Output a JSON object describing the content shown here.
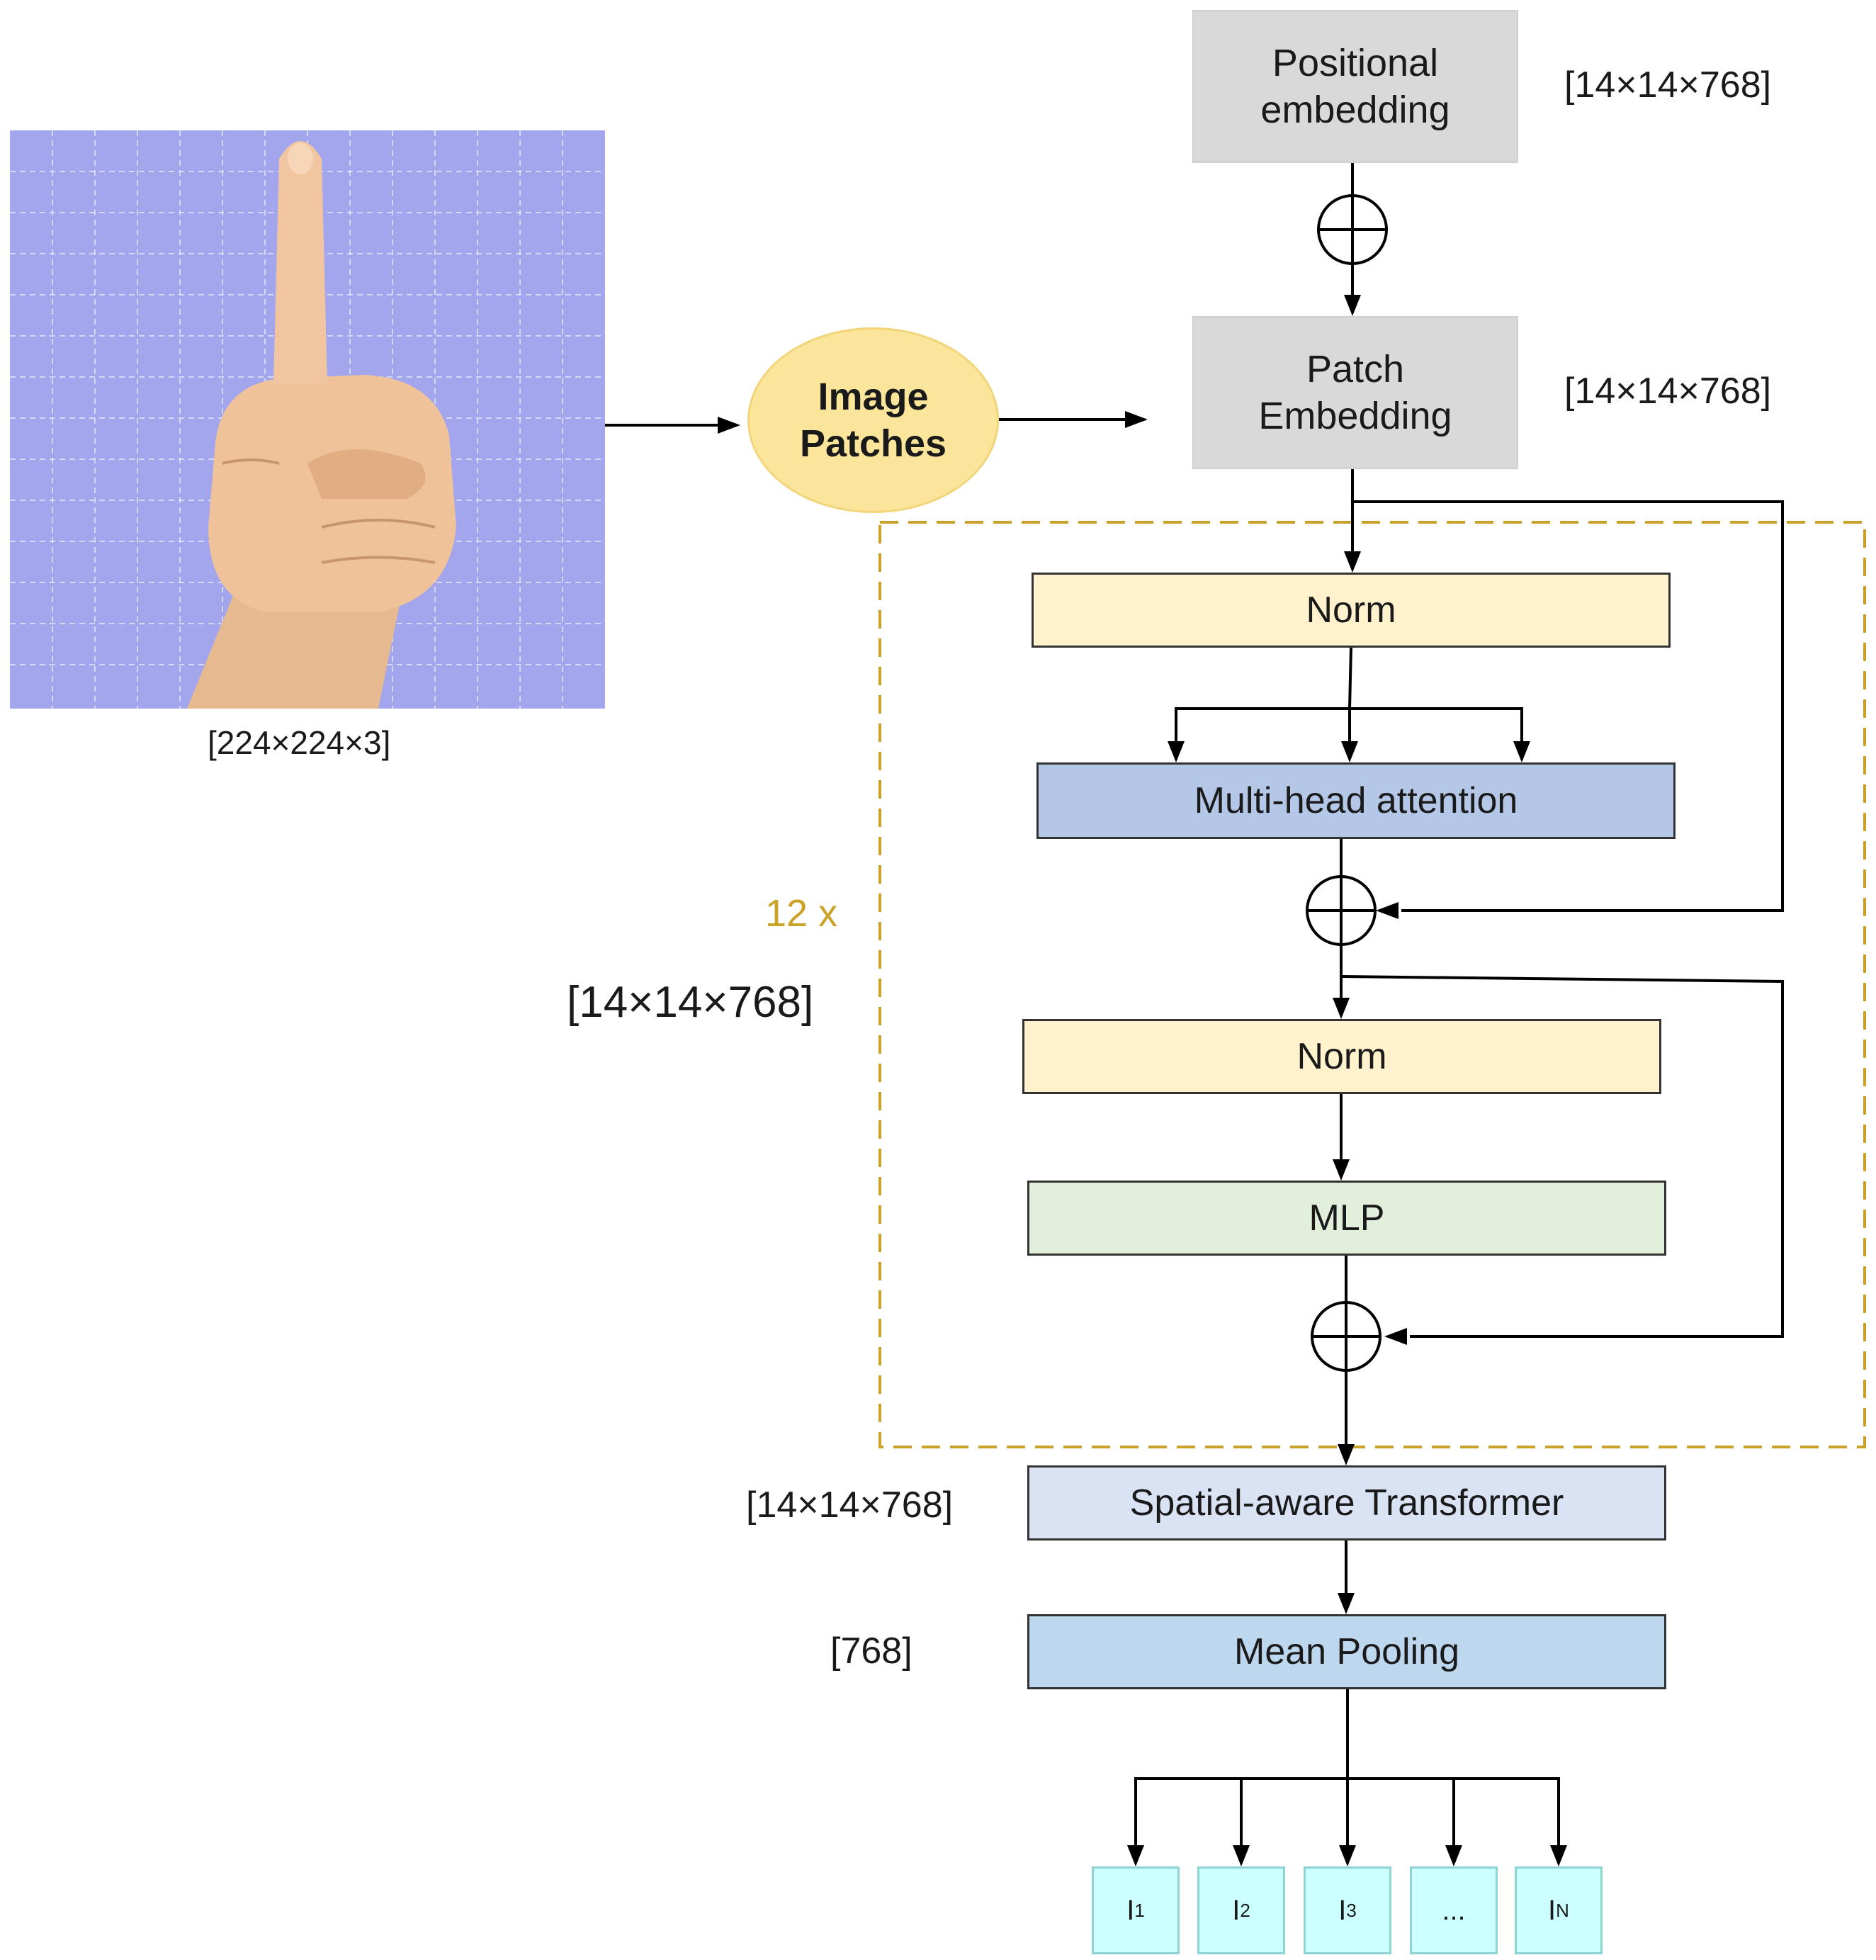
{
  "input_image": {
    "description_icon": "hand-index-finger-icon",
    "size_label": "[224×224×3]",
    "background_color": "#a3a6ec"
  },
  "image_patches": {
    "line1": "Image",
    "line2": "Patches"
  },
  "positional_embedding": {
    "line1": "Positional",
    "line2": "embedding",
    "size_label": "[14×14×768]"
  },
  "patch_embedding": {
    "line1": "Patch",
    "line2": "Embedding",
    "size_label": "[14×14×768]"
  },
  "encoder_block": {
    "repeat_label": "12 x",
    "size_label": "[14×14×768]",
    "norm1": "Norm",
    "attention": "Multi-head attention",
    "norm2": "Norm",
    "mlp": "MLP"
  },
  "spatial_transformer": {
    "label": "Spatial-aware Transformer",
    "size_label": "[14×14×768]"
  },
  "mean_pooling": {
    "label": "Mean Pooling",
    "size_label": "[768]"
  },
  "outputs": [
    {
      "main": "I",
      "sub": "1"
    },
    {
      "main": "I",
      "sub": "2"
    },
    {
      "main": "I",
      "sub": "3"
    },
    {
      "main": "...",
      "sub": ""
    },
    {
      "main": "I",
      "sub": "N"
    }
  ],
  "colors": {
    "gray_box": "#d9d9d9",
    "ellipse": "#fbe59a",
    "norm": "#fff2cc",
    "attention": "#b4c7e7",
    "mlp": "#e2efda",
    "spatial": "#dae3f3",
    "mean_pooling": "#bdd7ee",
    "output": "#ccffff",
    "dashed_border": "#c9a227"
  }
}
